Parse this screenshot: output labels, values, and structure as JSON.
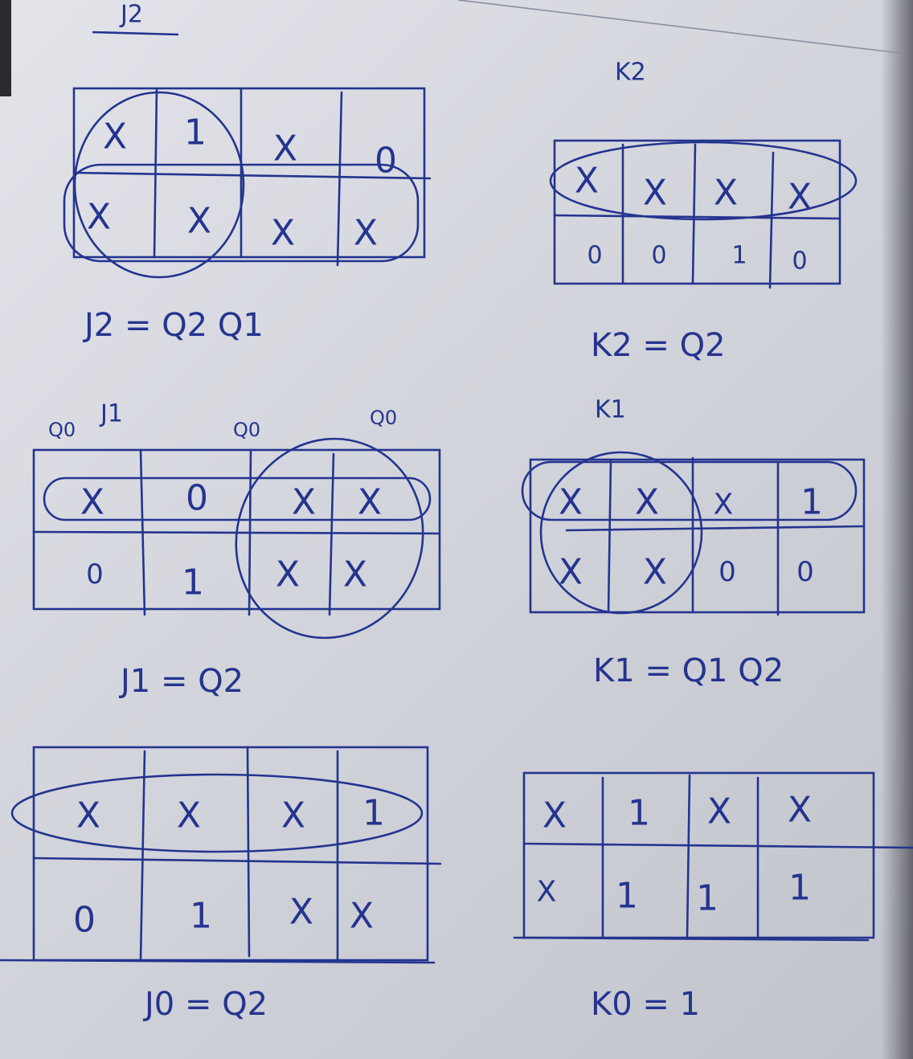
{
  "page": {
    "top_heading": "J2",
    "ink_color": "#24348f",
    "paper_color": "#d6d8de"
  },
  "maps": [
    {
      "id": "j2",
      "title": "",
      "cells": [
        [
          "X",
          "1",
          "X",
          "0"
        ],
        [
          "X",
          "X",
          "X",
          "X"
        ]
      ],
      "equation": "J2 = Q2 Q1"
    },
    {
      "id": "k2",
      "title": "K2",
      "cells": [
        [
          "X",
          "X",
          "X",
          "X"
        ],
        [
          "0",
          "0",
          "1",
          "0"
        ]
      ],
      "equation": "K2 = Q2"
    },
    {
      "id": "j1",
      "title": "J1",
      "col_labels": [
        "Q0",
        "Q0",
        "Q0"
      ],
      "cells": [
        [
          "X",
          "0",
          "X",
          "X"
        ],
        [
          "0",
          "1",
          "X",
          "X"
        ]
      ],
      "equation": "J1 = Q2"
    },
    {
      "id": "k1",
      "title": "K1",
      "cells": [
        [
          "X",
          "X",
          "X",
          "1"
        ],
        [
          "X",
          "X",
          "0",
          "0"
        ]
      ],
      "equation": "K1 = Q1 Q2"
    },
    {
      "id": "j0",
      "title": "",
      "cells": [
        [
          "X",
          "X",
          "X",
          "1"
        ],
        [
          "0",
          "1",
          "X",
          "X"
        ]
      ],
      "equation": "J0 = Q2"
    },
    {
      "id": "k0",
      "title": "",
      "cells": [
        [
          "X",
          "1",
          "X",
          "X"
        ],
        [
          "X",
          "1",
          "1",
          "1"
        ]
      ],
      "equation": "K0 = 1"
    }
  ]
}
